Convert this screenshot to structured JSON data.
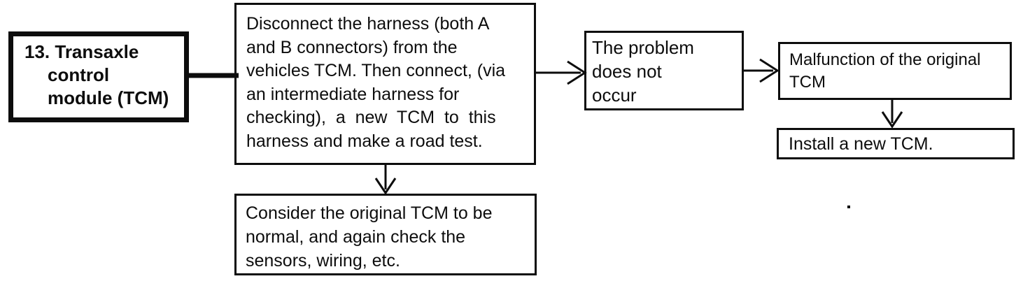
{
  "page": {
    "background": "#ffffff",
    "ink": "#0d0d0d"
  },
  "flowchart": {
    "nodes": {
      "start": {
        "lines": [
          "13. Transaxle",
          "control",
          "module (TCM)"
        ]
      },
      "action": {
        "text": "Disconnect the harness (both A\nand B connectors) from the\nvehicles TCM. Then connect, (via\nan intermediate harness for\nchecking),  a  new  TCM  to  this\nharness and make a road test."
      },
      "no_problem": {
        "text": "The problem\ndoes not\noccur"
      },
      "malfunction": {
        "text": "Malfunction of the original\nTCM"
      },
      "install": {
        "text": "Install a new TCM."
      },
      "consider": {
        "text": "Consider the original TCM to be\nnormal, and again check the\nsensors, wiring, etc."
      }
    },
    "edges": [
      {
        "from": "start",
        "to": "action",
        "style": "thick-line"
      },
      {
        "from": "action",
        "to": "no_problem",
        "style": "arrow-right"
      },
      {
        "from": "no_problem",
        "to": "malfunction",
        "style": "arrow-right"
      },
      {
        "from": "malfunction",
        "to": "install",
        "style": "arrow-down"
      },
      {
        "from": "action",
        "to": "consider",
        "style": "arrow-down"
      }
    ]
  }
}
